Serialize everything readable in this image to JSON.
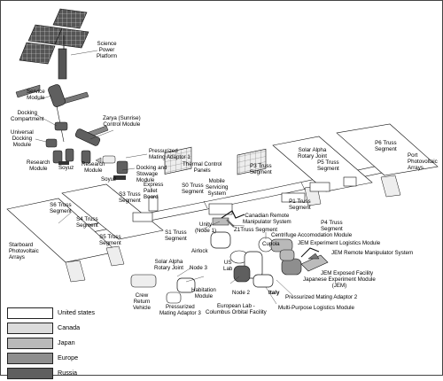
{
  "labels": {
    "science_power_platform": "Science\nPower\nPlatform",
    "service_module": "Service\nModule",
    "zarya": "Zarya (Sunrise)\nControl Module",
    "docking_compartment": "Docking\nCompartment",
    "universal_docking_module": "Universal\nDocking\nModule",
    "research_module_1": "Research\nModule",
    "soyuz_1": "Soyuz",
    "research_module_2": "Research\nModule",
    "soyuz_2": "Soyuz",
    "pma1": "Pressurized\nMating Adaptor 1",
    "docking_stowage": "Docking and\nStowage\nModule",
    "thermal_panels": "Thermal Control\nPanels",
    "express_pallet": "Express\nPallet\nBoard",
    "s0_truss": "S0 Truss\nSegment",
    "mobile_servicing": "Mobile\nServicing\nSystem",
    "p3_truss": "P3 Truss\nSegment",
    "sarj_right": "Solar Alpha\nRotary Joint",
    "p5_truss": "P5 Truss\nSegment",
    "p6_truss": "P6 Truss\nSegment",
    "port_arrays": "Port\nPhotovoltaic\nArrays",
    "s6_truss": "S6 Truss\nSegment",
    "s3_truss": "S3 Truss\nSegment",
    "s4_truss": "S4 Truss\nSegment",
    "s5_truss": "S5 Truss\nSegment",
    "starboard_arrays": "Starboard\nPhotovoltaic\nArrays",
    "s1_truss": "S1 Truss\nSegment",
    "unity": "Unity\n(Node 1)",
    "z1_truss": "Z1Truss Segment",
    "canadian_rms": "Canadian Remote\nManipulator System",
    "p1_truss": "P1 Truss\nSegment",
    "p4_truss": "P4 Truss\nSegment",
    "cupola": "Cupola",
    "centrifuge": "Centrifuge Accomodation Module",
    "jem_elm": "JEM Experiment Logistics Module",
    "jem_rms": "JEM Remote Manipulator System",
    "airlock": "Airlock",
    "sarj_left": "Solar Alpha\nRotary Joint",
    "node3": "Node 3",
    "us_lab": "US\nLab",
    "jem_ef": "JEM Exposed Facility",
    "jem": "Japanese Experiment Module\n(JEM)",
    "habitation": "Habitation\nModule",
    "crv": "Crew\nReturn\nVehicle",
    "pma3": "Pressurized\nMating Adaptor 3",
    "node2": "Node 2",
    "italy": "Italy",
    "pma2": "Pressurized Mating Adaptor 2",
    "columbus": "European Lab -\nColumbus Orbital Facility",
    "mplm": "Multi-Purpose Logistics Module"
  },
  "legend": [
    {
      "label": "United states",
      "color": "#ffffff"
    },
    {
      "label": "Canada",
      "color": "#dcdcdc"
    },
    {
      "label": "Japan",
      "color": "#b9b9b9"
    },
    {
      "label": "Europe",
      "color": "#8e8e8e"
    },
    {
      "label": "Russia",
      "color": "#5f5f5f"
    }
  ]
}
